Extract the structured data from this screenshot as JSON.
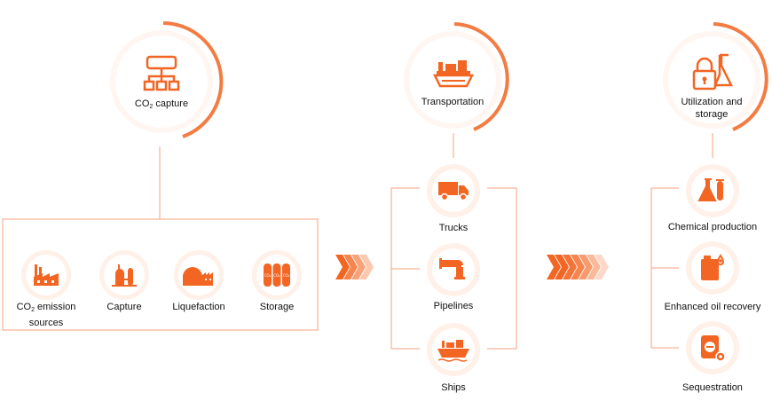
{
  "colors": {
    "accent": "#f26522",
    "accent_light": "#f7a27a",
    "line": "#f5a27c",
    "circle_fill": "#fff6f1"
  },
  "capture": {
    "hub": {
      "label_prefix": "CO",
      "label_sub": "2",
      "label_suffix": " capture",
      "icon": "network-hierarchy-icon"
    },
    "steps": [
      {
        "label_prefix": "CO",
        "label_sub": "2",
        "label_suffix": " emission",
        "label_line2": "sources",
        "icon": "factory-icon"
      },
      {
        "label": "Capture",
        "icon": "capture-tower-icon"
      },
      {
        "label": "Liquefaction",
        "icon": "liquefaction-plant-icon"
      },
      {
        "label": "Storage",
        "icon": "gas-cylinders-icon",
        "cylinder_text": "CO₂"
      }
    ]
  },
  "transportation": {
    "hub": {
      "label": "Transportation",
      "icon": "cargo-ship-icon"
    },
    "modes": [
      {
        "label": "Trucks",
        "icon": "truck-icon"
      },
      {
        "label": "Pipelines",
        "icon": "pipeline-icon"
      },
      {
        "label": "Ships",
        "icon": "ship-icon"
      }
    ]
  },
  "utilization": {
    "hub": {
      "label_line1": "Utilization and",
      "label_line2": "storage",
      "icon": "lock-flask-icon"
    },
    "uses": [
      {
        "label": "Chemical production",
        "icon": "chemical-flasks-icon"
      },
      {
        "label": "Enhanced oil recovery",
        "icon": "oil-canister-icon"
      },
      {
        "label": "Sequestration",
        "icon": "sequestration-gear-icon"
      }
    ]
  },
  "arrows": [
    {
      "icon": "chevron-arrows-icon",
      "count": 4
    },
    {
      "icon": "chevron-arrows-icon",
      "count": 7
    }
  ]
}
